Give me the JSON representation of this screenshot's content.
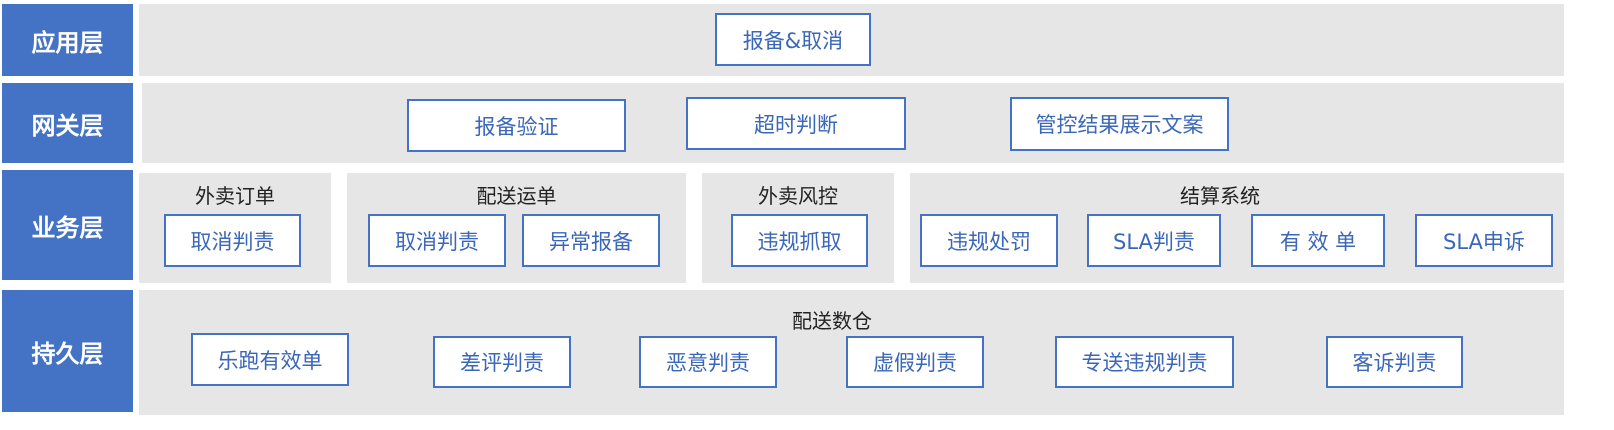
{
  "colors": {
    "label_bg": "#4472c4",
    "label_text": "#ffffff",
    "band_bg": "#e6e6e6",
    "box_border": "#4472c4",
    "box_text": "#3a67b8"
  },
  "layers": {
    "app": {
      "label": "应用层",
      "boxes": [
        "报备&取消"
      ]
    },
    "gateway": {
      "label": "网关层",
      "boxes": [
        "报备验证",
        "超时判断",
        "管控结果展示文案"
      ]
    },
    "business": {
      "label": "业务层",
      "groups": [
        {
          "title": "外卖订单",
          "boxes": [
            "取消判责"
          ]
        },
        {
          "title": "配送运单",
          "boxes": [
            "取消判责",
            "异常报备"
          ]
        },
        {
          "title": "外卖风控",
          "boxes": [
            "违规抓取"
          ]
        },
        {
          "title": "结算系统",
          "boxes": [
            "违规处罚",
            "SLA判责",
            "有 效 单",
            "SLA申诉"
          ]
        }
      ]
    },
    "persistence": {
      "label": "持久层",
      "title": "配送数仓",
      "boxes": [
        "乐跑有效单",
        "差评判责",
        "恶意判责",
        "虚假判责",
        "专送违规判责",
        "客诉判责"
      ]
    }
  }
}
